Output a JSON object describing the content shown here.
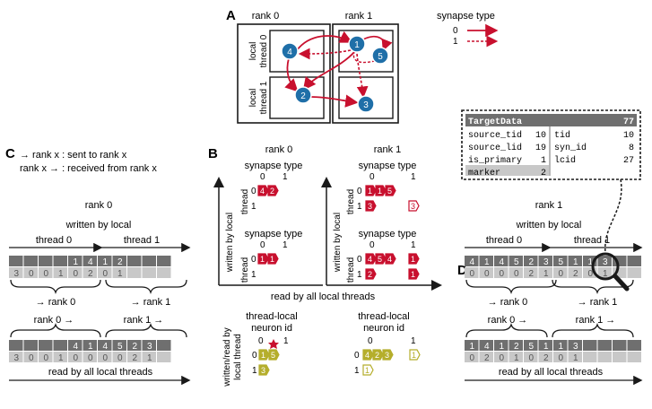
{
  "colors": {
    "synapse_red": "#c8102e",
    "neuron_blue": "#1f6fa8",
    "olive": "#b5ae2c",
    "dark_gray": "#6f6f6f",
    "light_gray": "#c8c8c8",
    "table_gray": "#e6e6e6"
  },
  "panel_a": {
    "letter": "A",
    "rank0": "rank 0",
    "rank1": "rank 1",
    "local_thread_0": [
      "local",
      "thread 0"
    ],
    "local_thread_1": [
      "local",
      "thread 1"
    ],
    "neurons": [
      "4",
      "2",
      "1",
      "5",
      "3"
    ],
    "legend_title": "synapse type",
    "legend_0": "0",
    "legend_1": "1"
  },
  "panel_b": {
    "letter": "B",
    "rank0": "rank 0",
    "rank1": "rank 1",
    "synapse_type": "synapse type",
    "col_0": "0",
    "col_1": "1",
    "thread": "thread",
    "row_0": "0",
    "row_1": "1",
    "y_axis": "written by local",
    "x_axis": "read by all local threads",
    "r0_top_cells": [
      "4",
      "2"
    ],
    "r0_bot_cells": [
      "1",
      "1"
    ],
    "r1_top_row0": [
      "1",
      "1",
      "5"
    ],
    "r1_top_row1a": [
      "3"
    ],
    "r1_top_row1b": [
      "3"
    ],
    "r1_bot_row0": [
      "4",
      "5",
      "4"
    ],
    "r1_bot_row0b": [
      "1"
    ],
    "r1_bot_row1a": [
      "2"
    ],
    "r1_bot_row1b": [
      "1"
    ],
    "tl_label_1": "thread-local",
    "tl_label_2": "neuron id",
    "tl_y": [
      "written/read by",
      "local thread"
    ],
    "tl_r0_row0": [
      "1",
      "5"
    ],
    "tl_r0_row1": [
      "3"
    ],
    "tl_r1_row0": [
      "4",
      "2",
      "3"
    ],
    "tl_r1_row0b": [
      "1"
    ],
    "tl_r1_row1": [
      "1"
    ]
  },
  "panel_c": {
    "letter": "C",
    "legend_1": "→ rank x : sent to rank x",
    "legend_2": "rank x → : received from rank x",
    "rank_title": "rank 0",
    "written_by_local": "written by local",
    "thread_0": "thread 0",
    "thread_1": "thread 1",
    "top_dark": [
      "",
      "",
      "",
      "",
      "1",
      "4",
      "1",
      "2",
      "",
      "",
      ""
    ],
    "top_light": [
      "3",
      "0",
      "0",
      "1",
      "0",
      "2",
      "0",
      "1",
      "",
      "",
      ""
    ],
    "to_rank_0": "→ rank 0",
    "to_rank_1": "→ rank 1",
    "from_rank_0": "rank 0 →",
    "from_rank_1": "rank 1 →",
    "bot_dark": [
      "",
      "",
      "",
      "",
      "4",
      "1",
      "4",
      "5",
      "2",
      "3",
      ""
    ],
    "bot_light": [
      "3",
      "0",
      "0",
      "1",
      "0",
      "0",
      "0",
      "0",
      "2",
      "1",
      ""
    ],
    "read_all": "read by all local threads"
  },
  "panel_d": {
    "letter": "D",
    "rank_title": "rank 1",
    "written_by_local": "written by local",
    "thread_0": "thread 0",
    "thread_1": "thread 1",
    "top_dark": [
      "4",
      "1",
      "4",
      "5",
      "2",
      "3",
      "5",
      "1",
      "1",
      "3",
      "",
      ""
    ],
    "top_light": [
      "0",
      "0",
      "0",
      "0",
      "2",
      "1",
      "0",
      "2",
      "0",
      "1",
      "",
      ""
    ],
    "to_rank_0": "→ rank 0",
    "to_rank_1": "→ rank 1",
    "from_rank_0": "rank 0 →",
    "from_rank_1": "rank 1 →",
    "bot_dark": [
      "1",
      "4",
      "1",
      "2",
      "5",
      "1",
      "1",
      "3",
      "",
      "",
      "",
      ""
    ],
    "bot_light": [
      "0",
      "2",
      "0",
      "1",
      "0",
      "2",
      "0",
      "1",
      "",
      "",
      "",
      ""
    ],
    "read_all": "read by all local threads"
  },
  "target_data": {
    "title": "TargetData",
    "title_value": "77",
    "rows_left": [
      {
        "k": "source_tid",
        "v": "10"
      },
      {
        "k": "source_lid",
        "v": "19"
      },
      {
        "k": "is_primary",
        "v": "1"
      },
      {
        "k": "marker",
        "v": "2"
      }
    ],
    "rows_right": [
      {
        "k": "tid",
        "v": "10"
      },
      {
        "k": "syn_id",
        "v": "8"
      },
      {
        "k": "lcid",
        "v": "27"
      }
    ]
  }
}
